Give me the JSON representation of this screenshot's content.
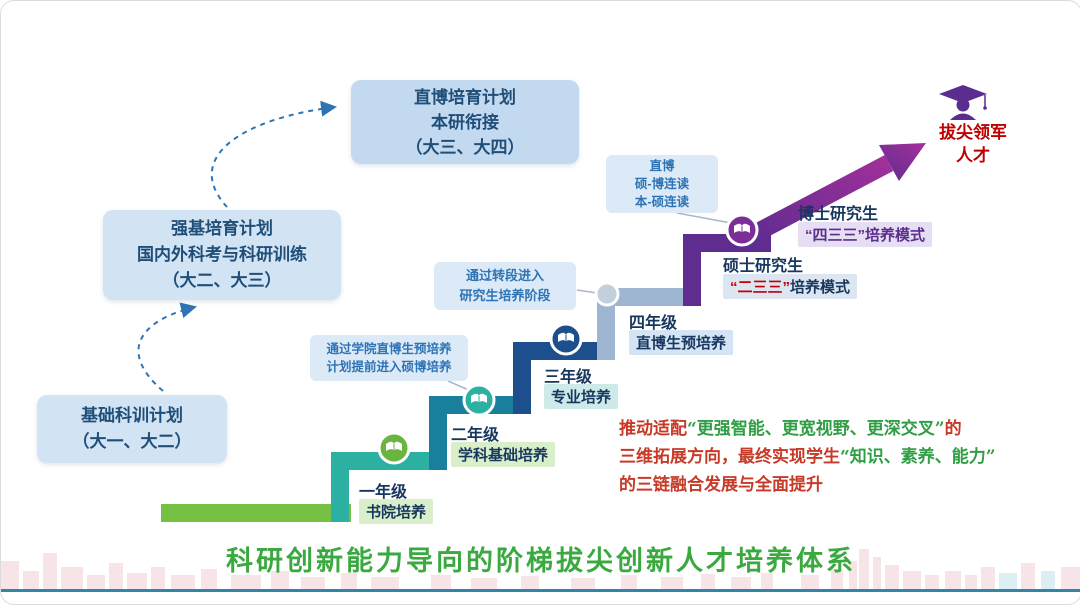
{
  "plans": [
    {
      "lines": [
        "基础科训计划",
        "（大一、大二）"
      ]
    },
    {
      "lines": [
        "强基培育计划",
        "国内外科考与科研训练",
        "（大二、大三）"
      ]
    },
    {
      "lines": [
        "直博培育计划",
        "本研衔接",
        "（大三、大四）"
      ]
    }
  ],
  "callouts": [
    {
      "lines": [
        "通过学院直博生预培养",
        "计划提前进入硕博培养"
      ]
    },
    {
      "lines": [
        "通过转段进入",
        "研究生培养阶段"
      ]
    },
    {
      "lines": [
        "直博",
        "硕-博连读",
        "本-硕连读"
      ]
    }
  ],
  "steps": [
    {
      "grade": "一年级",
      "label": "书院培养",
      "step_color": "#76c043",
      "highlight_color": "#d9efc9"
    },
    {
      "grade": "二年级",
      "label": "学科基础培养",
      "step_color": "#2bb0a2",
      "highlight_color": "#d9efc9"
    },
    {
      "grade": "三年级",
      "label": "专业培养",
      "step_color": "#1a7f9c",
      "highlight_color": "#cdeae8"
    },
    {
      "grade": "四年级",
      "label": "直博生预培养",
      "step_color": "#1d4f8c",
      "highlight_color": "#d4e4f5"
    },
    {
      "grade": "硕士研究生",
      "label_accent": "“二三三”",
      "label_rest": "培养模式",
      "step_color": "#9fb6d2",
      "highlight_color": "#dce6f3"
    },
    {
      "grade": "博士研究生",
      "label": "“四三三”培养模式",
      "step_color": "#5f2c8f",
      "highlight_color": "#e6def2"
    }
  ],
  "summit": {
    "lines": [
      "拔尖领军",
      "人才"
    ]
  },
  "paragraph": {
    "seg1": "推动适配",
    "seg2": "“更强智能、更宽视野、更深交叉”",
    "seg3": "的",
    "seg4": "三维拓展方向，最终实现学生",
    "seg5": "“知识、素养、能力”",
    "seg6": "的三链融合发展与全面提升"
  },
  "footer": {
    "title": "科研创新能力导向的阶梯拔尖创新人才培养体系"
  },
  "colors": {
    "accent_red": "#c00000",
    "accent_green": "#3aa93f",
    "navy_text": "#17375e",
    "callout_blue": "#2e74b5",
    "purple": "#5b2d8e",
    "bottom_line": "#3584a7"
  }
}
